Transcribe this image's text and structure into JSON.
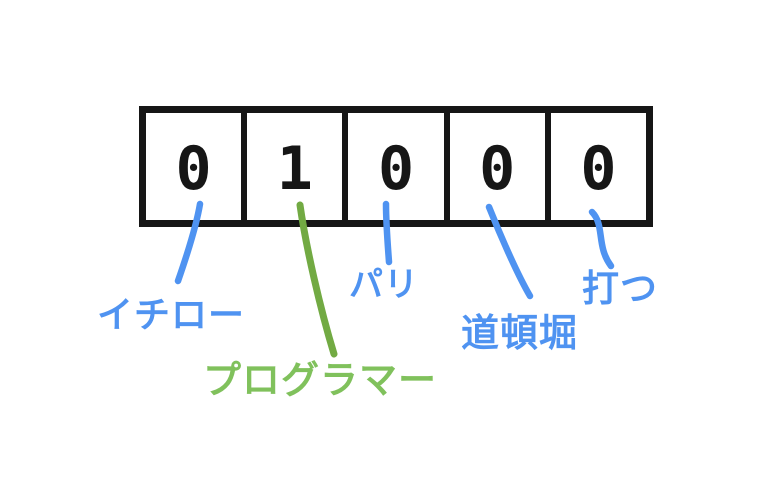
{
  "diagram": {
    "description_visible_content_only": "one-hot style bit array with five cells and hand-drawn label connectors",
    "cells": [
      "0",
      "1",
      "0",
      "0",
      "0"
    ],
    "labels": {
      "ichiro": {
        "text": "イチロー"
      },
      "programmer": {
        "text": "プログラマー"
      },
      "paris": {
        "text": "パリ"
      },
      "dotonbori": {
        "text": "道頓堀"
      },
      "utsu": {
        "text": "打つ"
      }
    },
    "colors": {
      "background": "#ffffff",
      "ink": "#161616",
      "blue": "#4f93f1",
      "green_text": "#80c15c",
      "green_line": "#72aa43"
    }
  }
}
